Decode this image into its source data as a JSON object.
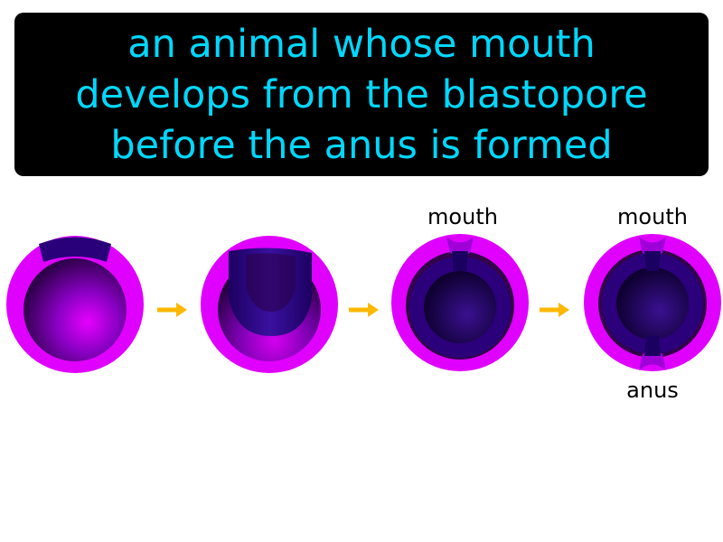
{
  "definition": {
    "lines": [
      "an animal whose mouth",
      "develops from the blastopore",
      "before the anus is formed"
    ]
  },
  "stages": [
    {
      "top_label": "",
      "bottom_label": ""
    },
    {
      "top_label": "",
      "bottom_label": ""
    },
    {
      "top_label": "mouth",
      "bottom_label": ""
    },
    {
      "top_label": "mouth",
      "bottom_label": "anus"
    }
  ],
  "colors": {
    "banner_bg": "#000000",
    "banner_text": "#00d8ff",
    "ring": "#e000ff",
    "tissue": "#2a007a",
    "cavity": "#5a0080",
    "arrow": "#ffb800"
  }
}
